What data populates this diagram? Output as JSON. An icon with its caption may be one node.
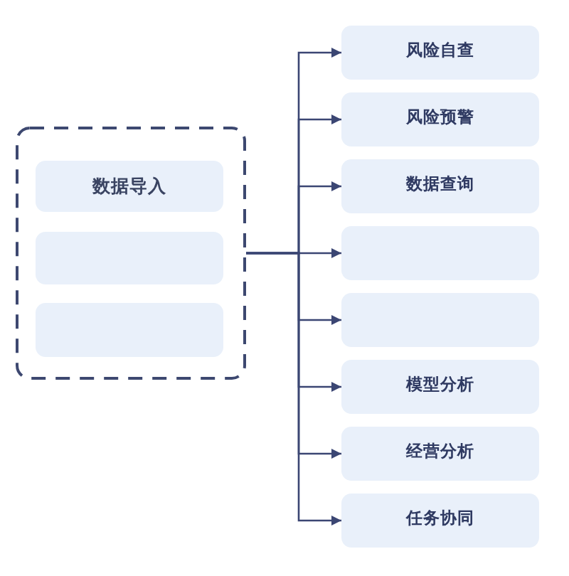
{
  "diagram": {
    "nodes": [
      {
        "text": [],
        "shape": "box"
      },
      {
        "text": [
          "数据导入"
        ],
        "in": 0
      },
      {
        "text": [],
        "shape": "box",
        "in": 0
      },
      {
        "text": [],
        "shape": "box",
        "in": 0
      },
      {
        "text": [
          "风险自查"
        ]
      },
      {
        "text": [
          "风险预警"
        ]
      },
      {
        "text": [
          "数据查询"
        ]
      },
      {
        "text": [],
        "shape": "box"
      },
      {
        "text": [],
        "shape": "box"
      },
      {
        "text": [
          "模型分析"
        ]
      },
      {
        "text": [
          "经营分析"
        ]
      },
      {
        "text": [
          "任务协同"
        ]
      }
    ],
    "edges": [
      {
        "from": 0,
        "to": 4,
        "arrow": "to"
      },
      {
        "from": 0,
        "to": 5,
        "arrow": "to"
      },
      {
        "from": 0,
        "to": 6,
        "arrow": "to"
      },
      {
        "from": 0,
        "to": 7,
        "arrow": "to"
      },
      {
        "from": 0,
        "to": 8,
        "arrow": "to"
      },
      {
        "from": 0,
        "to": 9,
        "arrow": "to"
      },
      {
        "from": 0,
        "to": 10,
        "arrow": "to"
      },
      {
        "from": 0,
        "to": 11,
        "arrow": "to"
      }
    ]
  }
}
